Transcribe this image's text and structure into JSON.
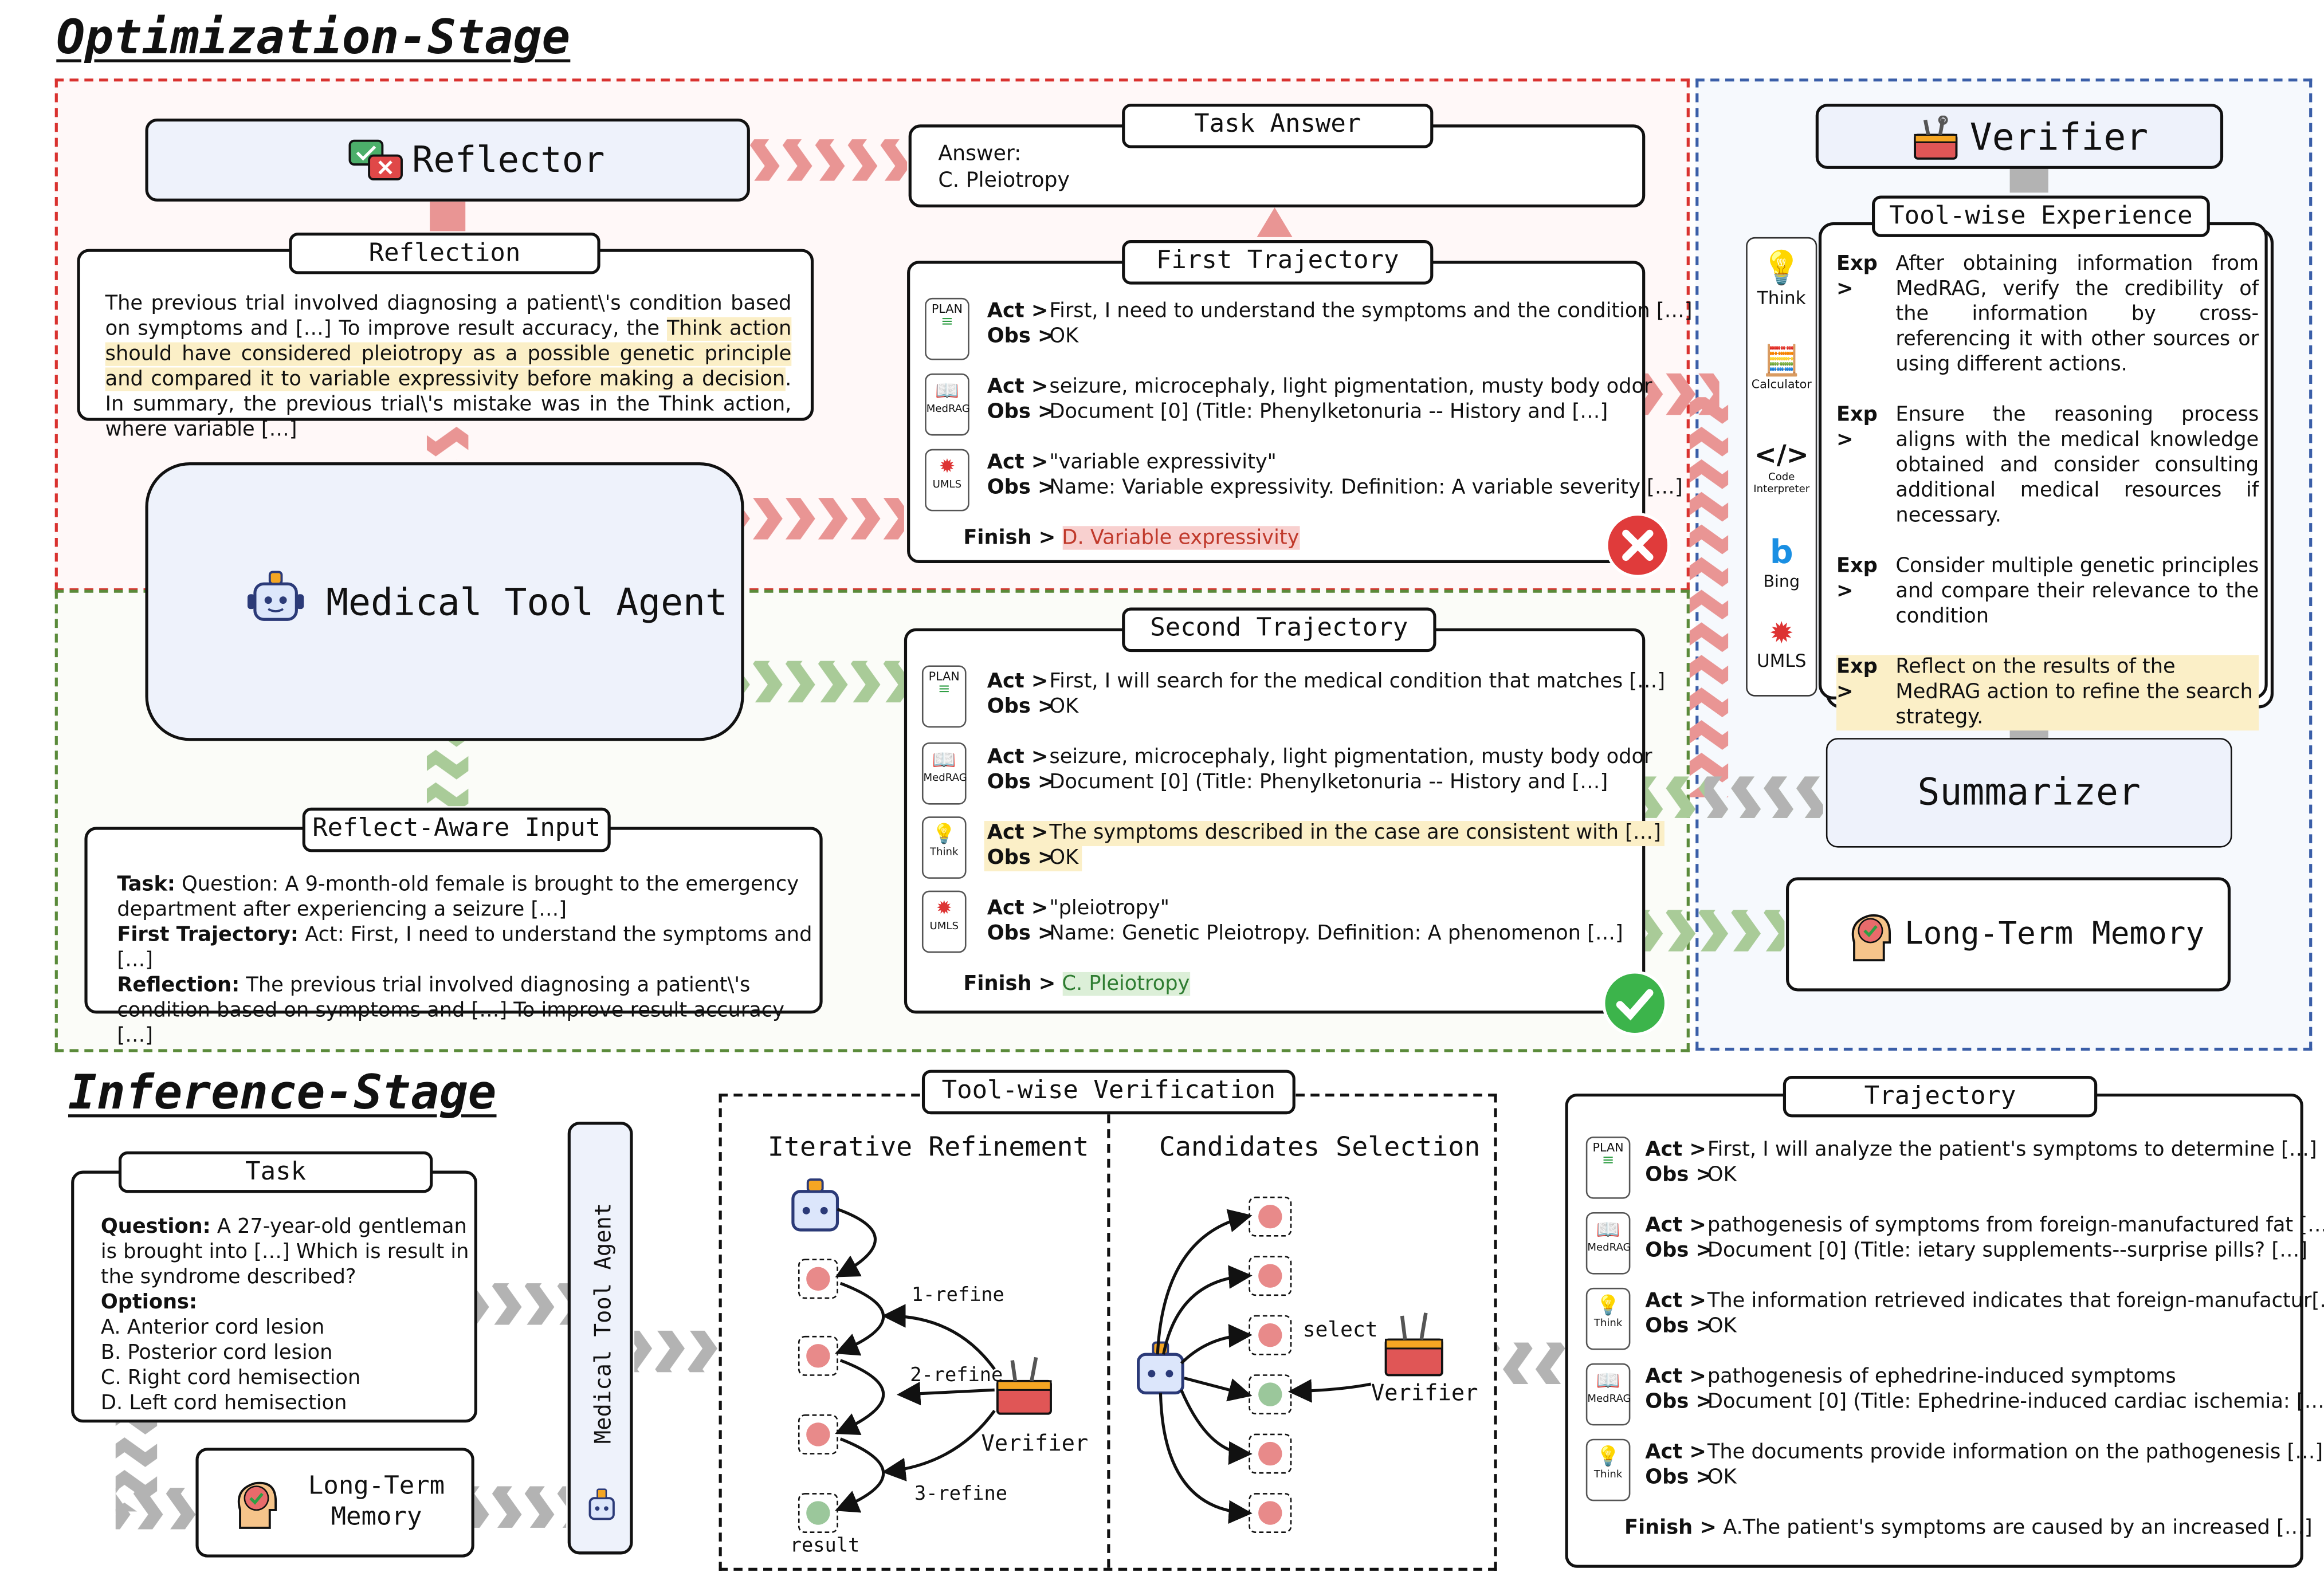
{
  "stages": {
    "optimization": "Optimization-Stage",
    "inference": "Inference-Stage"
  },
  "reflector": {
    "title": "Reflector",
    "reflection_tab": "Reflection",
    "reflection_text_1": "The previous trial involved diagnosing a patient\\'s condition based on symptoms and […] To improve result accuracy, the ",
    "reflection_highlight": "Think action should have considered pleiotropy as a possible genetic principle and compared it to variable expressivity before making a decision",
    "reflection_text_2": ". In summary, the previous trial\\'s mistake was in the Think action, where variable […]"
  },
  "task_answer": {
    "tab": "Task Answer",
    "answer_label": "Answer:",
    "answer_value": "C. Pleiotropy"
  },
  "agent": {
    "title": "Medical Tool Agent"
  },
  "first_trajectory": {
    "tab": "First Trajectory",
    "steps": [
      {
        "icon": "PLAN",
        "act": "First, I need to understand the symptoms and the condition […]",
        "obs": "OK"
      },
      {
        "icon": "MedRAG",
        "act": "seizure, microcephaly, light pigmentation, musty body odor",
        "obs": "Document [0] (Title: Phenylketonuria -- History and […]"
      },
      {
        "icon": "UMLS",
        "act": "\"variable expressivity\"",
        "obs": "Name: Variable expressivity. Definition: A variable severity […]"
      }
    ],
    "finish_label": "Finish >",
    "finish_value": "D. Variable expressivity"
  },
  "second_trajectory": {
    "tab": "Second Trajectory",
    "steps": [
      {
        "icon": "PLAN",
        "act": "First, I will search for the medical condition that matches […]",
        "obs": "OK"
      },
      {
        "icon": "MedRAG",
        "act": "seizure, microcephaly, light pigmentation, musty body odor",
        "obs": "Document [0] (Title: Phenylketonuria -- History and […]"
      },
      {
        "icon": "Think",
        "act": "The symptoms described in the case are consistent with […]",
        "obs": "OK"
      },
      {
        "icon": "UMLS",
        "act": "\"pleiotropy\"",
        "obs": "Name: Genetic Pleiotropy. Definition: A phenomenon […]"
      }
    ],
    "finish_label": "Finish >",
    "finish_value": "C. Pleiotropy"
  },
  "labels": {
    "act": "Act >",
    "obs": "Obs >",
    "exp": "Exp >"
  },
  "reflect_input": {
    "tab": "Reflect-Aware Input",
    "task_label": "Task:",
    "task_text": " Question: A 9-month-old female is brought to the emergency department after experiencing a seizure  […]",
    "first_label": "First Trajectory:",
    "first_text": " Act: First, I need to understand the symptoms and  […]",
    "refl_label": "Reflection:",
    "refl_text": " The previous trial involved diagnosing a patient\\'s condition based on symptoms and […] To improve result accuracy […]"
  },
  "verifier": {
    "title": "Verifier",
    "experience_tab": "Tool-wise Experience",
    "tools": [
      "Think",
      "Calculator",
      "Code Interpreter",
      "Bing",
      "UMLS"
    ],
    "experiences": [
      "After obtaining information from MedRAG, verify the credibility of the information by cross-referencing it with other sources or using different actions.",
      "Ensure the reasoning process aligns with the medical knowledge obtained and consider consulting additional medical resources if necessary.",
      "Consider multiple genetic principles and compare their relevance to the condition",
      "Reflect on the results of the MedRAG action to refine the search strategy."
    ]
  },
  "summarizer": {
    "title": "Summarizer"
  },
  "memory": {
    "title": "Long-Term Memory",
    "title_l1": "Long-Term",
    "title_l2": "Memory"
  },
  "inference": {
    "task_tab": "Task",
    "question_label": "Question:",
    "question_text": " A 27-year-old gentleman is brought into […] Which is result in the syndrome described?",
    "options_label": "Options:",
    "options": [
      "A. Anterior cord lesion",
      "B. Posterior cord lesion",
      "C. Right cord hemisection",
      "D. Left cord hemisection"
    ],
    "agent_vertical": "Medical Tool Agent",
    "verification_tab": "Tool-wise Verification",
    "iterative_title": "Iterative Refinement",
    "candidates_title": "Candidates Selection",
    "refine_labels": [
      "1-refine",
      "2-refine",
      "3-refine"
    ],
    "result_label": "result",
    "select_label": "select",
    "verifier_label": "Verifier",
    "trajectory_tab": "Trajectory",
    "steps": [
      {
        "icon": "PLAN",
        "act": "First, I will analyze the patient's symptoms to determine […]",
        "obs": "OK"
      },
      {
        "icon": "MedRAG",
        "act": "pathogenesis of symptoms from foreign-manufactured fat […]",
        "obs": "Document [0] (Title: ietary supplements--surprise pills? […]"
      },
      {
        "icon": "Think",
        "act": "The information retrieved indicates that foreign-manufactur[…]",
        "obs": "OK"
      },
      {
        "icon": "MedRAG",
        "act": "pathogenesis of ephedrine-induced symptoms",
        "obs": "Document [0] (Title: Ephedrine-induced cardiac ischemia: […]"
      },
      {
        "icon": "Think",
        "act": "The documents provide information on the pathogenesis […]",
        "obs": "OK"
      }
    ],
    "finish_label": "Finish >",
    "finish_value": "A.The patient's symptoms are caused by an increased […]"
  },
  "colors": {
    "red_zone": "#d9322f",
    "green_zone": "#5a8a3a",
    "blue_zone": "#3a5ea8",
    "red_arrow": "#e99594",
    "green_arrow": "#a9cb98",
    "gray_arrow": "#b3b3b3",
    "panel_blue": "#eef2fb"
  }
}
